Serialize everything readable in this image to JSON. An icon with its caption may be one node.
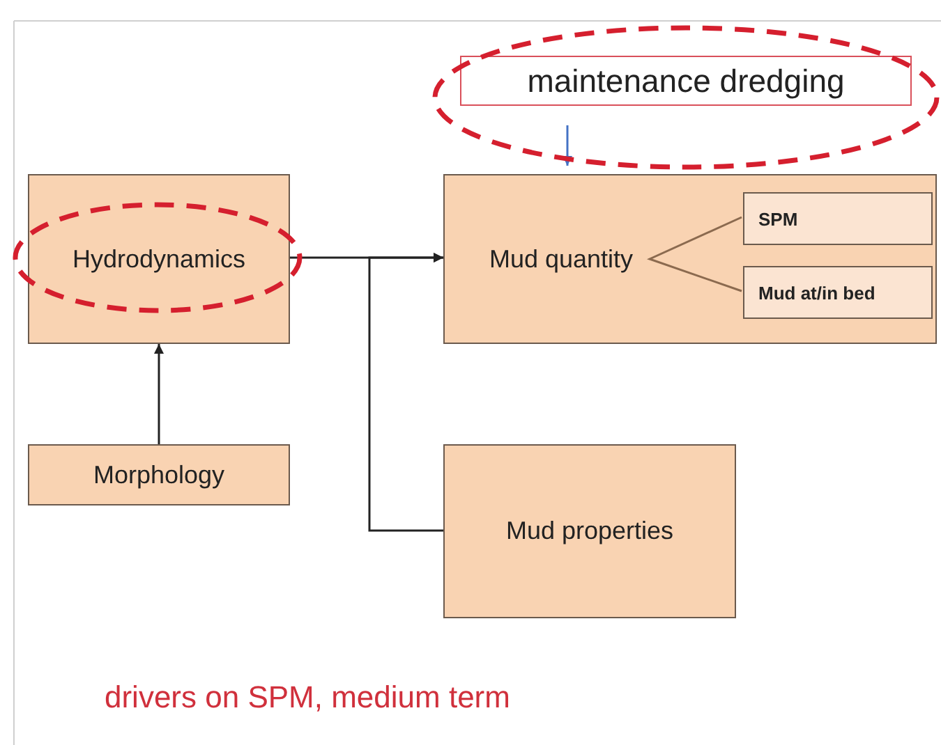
{
  "diagram": {
    "nodes": [
      {
        "text": [
          "maintenance dredging"
        ]
      },
      {
        "text": [
          "Hydrodynamics"
        ]
      },
      {
        "text": [
          "Mud quantity"
        ]
      },
      {
        "text": [
          "SPM"
        ],
        "in": 2
      },
      {
        "text": [
          "Mud at/in bed"
        ],
        "in": 2
      },
      {
        "text": [
          "Morphology"
        ]
      },
      {
        "text": [
          "Mud properties"
        ]
      }
    ],
    "edges": [
      {
        "from": 0,
        "to": 2,
        "arrow": "to",
        "color": "#4472c4"
      },
      {
        "from": 1,
        "to": 2,
        "arrow": "to"
      },
      {
        "from": 5,
        "to": 1,
        "arrow": "to"
      },
      {
        "from": 6,
        "to": 2,
        "arrow": "to"
      }
    ],
    "labels": [
      "drivers on SPM, medium term"
    ]
  }
}
